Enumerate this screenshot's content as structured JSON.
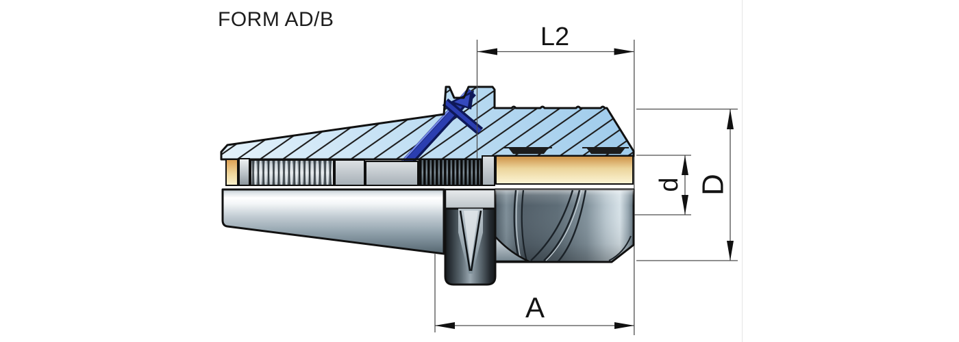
{
  "title": "FORM AD/B",
  "dimension_labels": {
    "l2": "L2",
    "a": "A",
    "d": "d",
    "big_d": "D"
  },
  "colors": {
    "section_hatch_fill": "#b9dbf2",
    "hatch_line": "#1c1c1c",
    "coolant_channel": "#1d2b8f",
    "bore_gold": "#dd9f52",
    "steel_gray": "#81939e",
    "outline": "#111111",
    "dimension_line": "#4d4d4d",
    "background": "#ffffff"
  }
}
